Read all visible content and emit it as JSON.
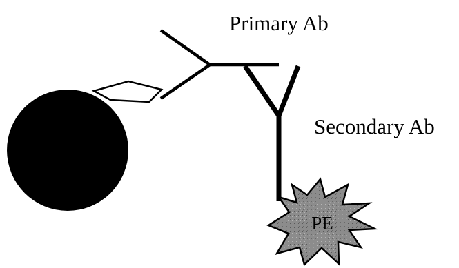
{
  "labels": {
    "primary_ab": "Primary Ab",
    "secondary_ab": "Secondary Ab",
    "fluorophore": "PE"
  },
  "colors": {
    "background": "#ffffff",
    "ink": "#000000",
    "fluorophore_fill": "#8a8a8a"
  },
  "icons": {
    "cell": "cell-icon",
    "antigen": "antigen-icon",
    "primary_antibody": "primary-antibody-icon",
    "secondary_antibody": "secondary-antibody-icon",
    "fluorophore": "fluorophore-starburst-icon"
  }
}
